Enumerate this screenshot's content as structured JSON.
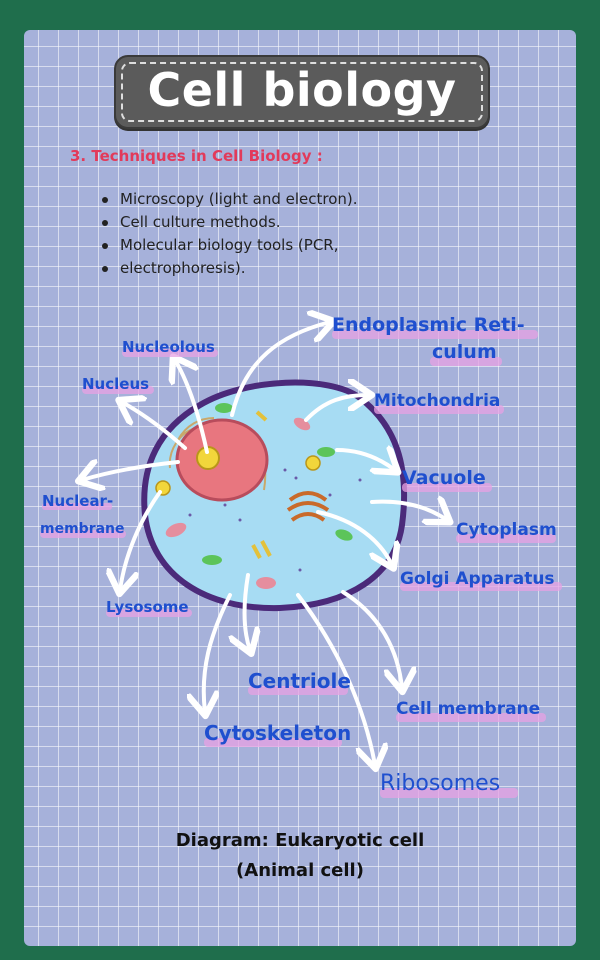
{
  "title": "Cell biology",
  "section_heading": "3. Techniques in Cell Biology :",
  "bullets": [
    "Microscopy (light and electron).",
    "Cell culture methods.",
    "Molecular biology tools (PCR,",
    "electrophoresis)."
  ],
  "labels": {
    "nucleolous": "Nucleolous",
    "nucleus": "Nucleus",
    "nuclear_membrane_1": "Nuclear-",
    "nuclear_membrane_2": "membrane",
    "lysosome": "Lysosome",
    "er_1": "Endoplasmic Reti-",
    "er_2": "culum",
    "mitochondria": "Mitochondria",
    "vacuole": "Vacuole",
    "cytoplasm": "Cytoplasm",
    "golgi": "Golgi Apparatus",
    "centriole": "Centriole",
    "cytoskeleton": "Cytoskeleton",
    "cell_membrane": "Cell membrane",
    "ribosomes": "Ribosomes"
  },
  "caption": {
    "line1": "Diagram: Eukaryotic cell",
    "line2": "(Animal cell)"
  },
  "colors": {
    "background": "#1f6e4c",
    "card": "#a6b1da",
    "label": "#1f4fcf",
    "heading": "#e23a5a",
    "cytoplasm": "#a7dcf3",
    "cell_membrane": "#4b2a7a",
    "nucleus": "#e8767f"
  }
}
